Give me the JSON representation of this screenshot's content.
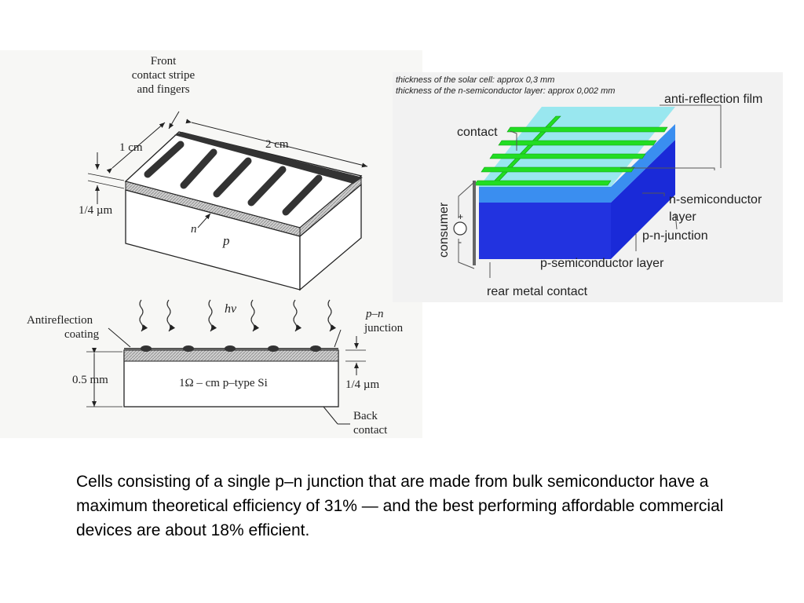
{
  "left_diagram": {
    "front_contact_line1": "Front",
    "front_contact_line2": "contact stripe",
    "front_contact_line3": "and fingers",
    "dim_width": "1 cm",
    "dim_length": "2 cm",
    "dim_layer": "1/4 µm",
    "label_n": "n",
    "label_p": "p",
    "light_label": "hν",
    "antireflection_line1": "Antireflection",
    "antireflection_line2": "coating",
    "pn_line1": "p–n",
    "pn_line2": "junction",
    "dim_thickness": "0.5 mm",
    "substrate_label": "1Ω – cm p–type Si",
    "dim_layer_bottom": "1/4 µm",
    "back_line1": "Back",
    "back_line2": "contact"
  },
  "right_diagram": {
    "note_line1": "thickness of the solar cell: approx 0,3 mm",
    "note_line2": "thickness of the n-semiconductor layer: approx 0,002 mm",
    "anti_reflection": "anti-reflection film",
    "contact": "contact",
    "n_layer_line1": "n-semiconductor",
    "n_layer_line2": "layer",
    "pn_junction": "p-n-junction",
    "p_layer": "p-semiconductor layer",
    "rear_contact": "rear metal contact",
    "consumer": "consumer",
    "plus": "+",
    "minus": "-",
    "colors": {
      "film": "#8fe6ee",
      "fingers": "#22dd22",
      "n_layer": "#3a8ef0",
      "p_layer": "#2233e0",
      "p_side": "#1a2ad8"
    }
  },
  "caption": "Cells consisting of a single p–n junction that are made from bulk semiconductor have a maximum theoretical efficiency of 31% — and the best performing affordable commercial devices are about 18% efficient."
}
